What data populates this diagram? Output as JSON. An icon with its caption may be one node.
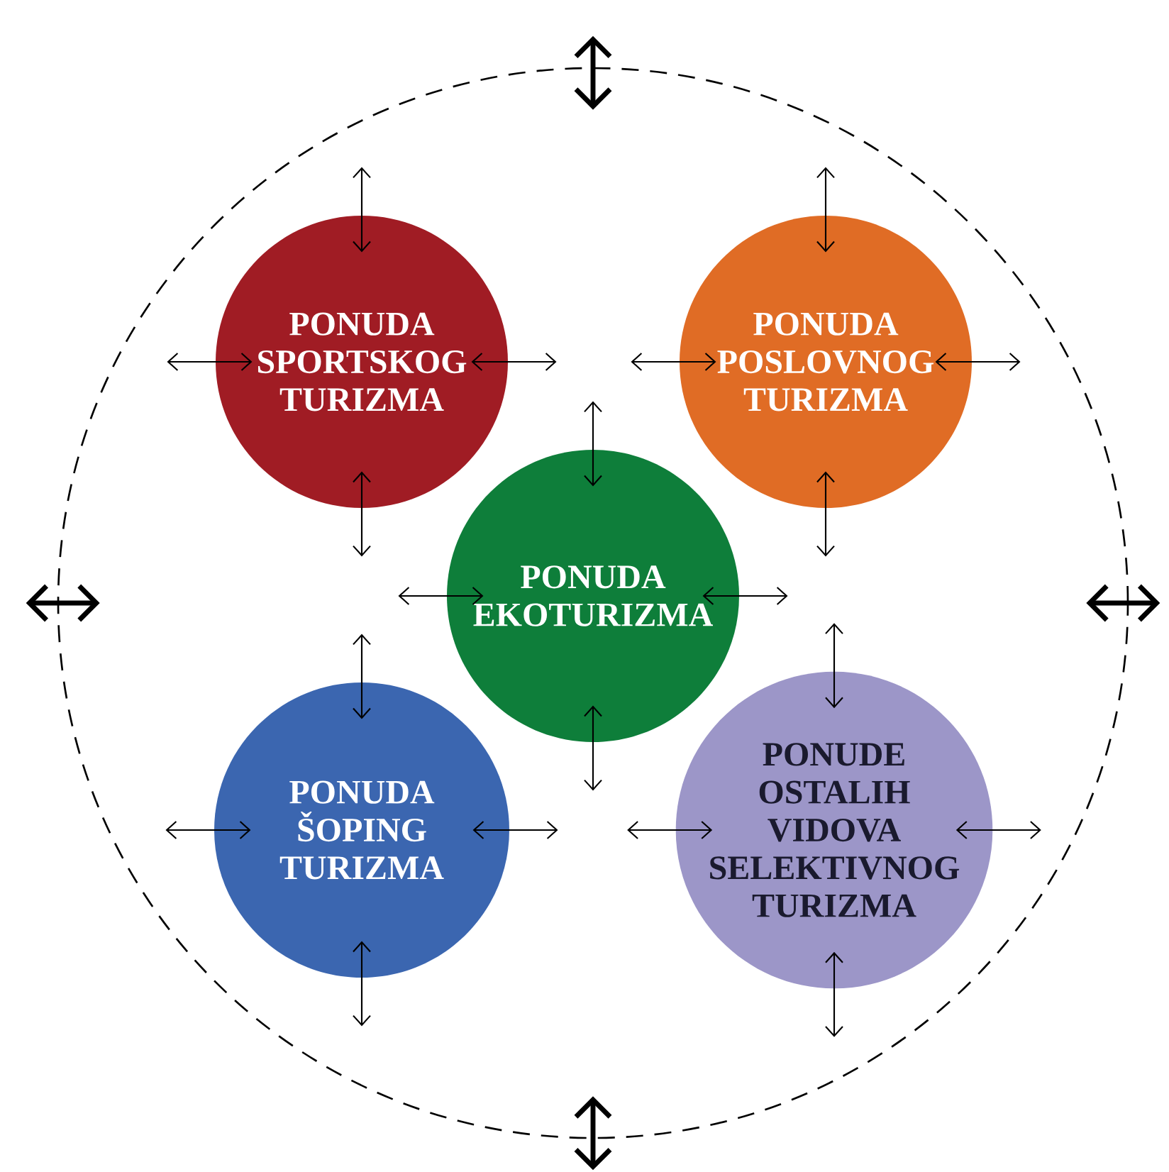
{
  "diagram": {
    "nodes": [
      {
        "text": [],
        "shape": "circle"
      },
      {
        "text": [
          "PONUDA SPORTSKOG TURIZMA"
        ],
        "in": 0
      },
      {
        "text": [
          "PONUDA POSLOVNOG TURIZMA"
        ],
        "in": 0
      },
      {
        "text": [
          "PONUDA EKOTURIZMA"
        ],
        "in": 0
      },
      {
        "text": [
          "PONUDA ŠOPING TURIZMA"
        ],
        "in": 0
      },
      {
        "text": [
          "PONUDE OSTALIH VIDOVA SELEKTIVNOG TURIZMA"
        ],
        "in": 0
      }
    ],
    "edges": [
      {
        "from": 0,
        "to": null,
        "arrow": "both",
        "style": "thick"
      },
      {
        "from": 0,
        "to": null,
        "arrow": "both",
        "style": "thick"
      },
      {
        "from": 0,
        "to": null,
        "arrow": "both",
        "style": "thick"
      },
      {
        "from": 0,
        "to": null,
        "arrow": "both",
        "style": "thick"
      },
      {
        "from": 1,
        "to": null,
        "arrow": "both"
      },
      {
        "from": 1,
        "to": null,
        "arrow": "both"
      },
      {
        "from": 1,
        "to": null,
        "arrow": "both"
      },
      {
        "from": 1,
        "to": null,
        "arrow": "both"
      },
      {
        "from": 2,
        "to": null,
        "arrow": "both"
      },
      {
        "from": 2,
        "to": null,
        "arrow": "both"
      },
      {
        "from": 2,
        "to": null,
        "arrow": "both"
      },
      {
        "from": 2,
        "to": null,
        "arrow": "both"
      },
      {
        "from": 3,
        "to": null,
        "arrow": "both"
      },
      {
        "from": 3,
        "to": null,
        "arrow": "both"
      },
      {
        "from": 3,
        "to": null,
        "arrow": "both"
      },
      {
        "from": 3,
        "to": null,
        "arrow": "both"
      },
      {
        "from": 4,
        "to": null,
        "arrow": "both"
      },
      {
        "from": 4,
        "to": null,
        "arrow": "both"
      },
      {
        "from": 4,
        "to": null,
        "arrow": "both"
      },
      {
        "from": 4,
        "to": null,
        "arrow": "both"
      },
      {
        "from": 5,
        "to": null,
        "arrow": "both"
      },
      {
        "from": 5,
        "to": null,
        "arrow": "both"
      },
      {
        "from": 5,
        "to": null,
        "arrow": "both"
      },
      {
        "from": 5,
        "to": null,
        "arrow": "both"
      }
    ]
  }
}
